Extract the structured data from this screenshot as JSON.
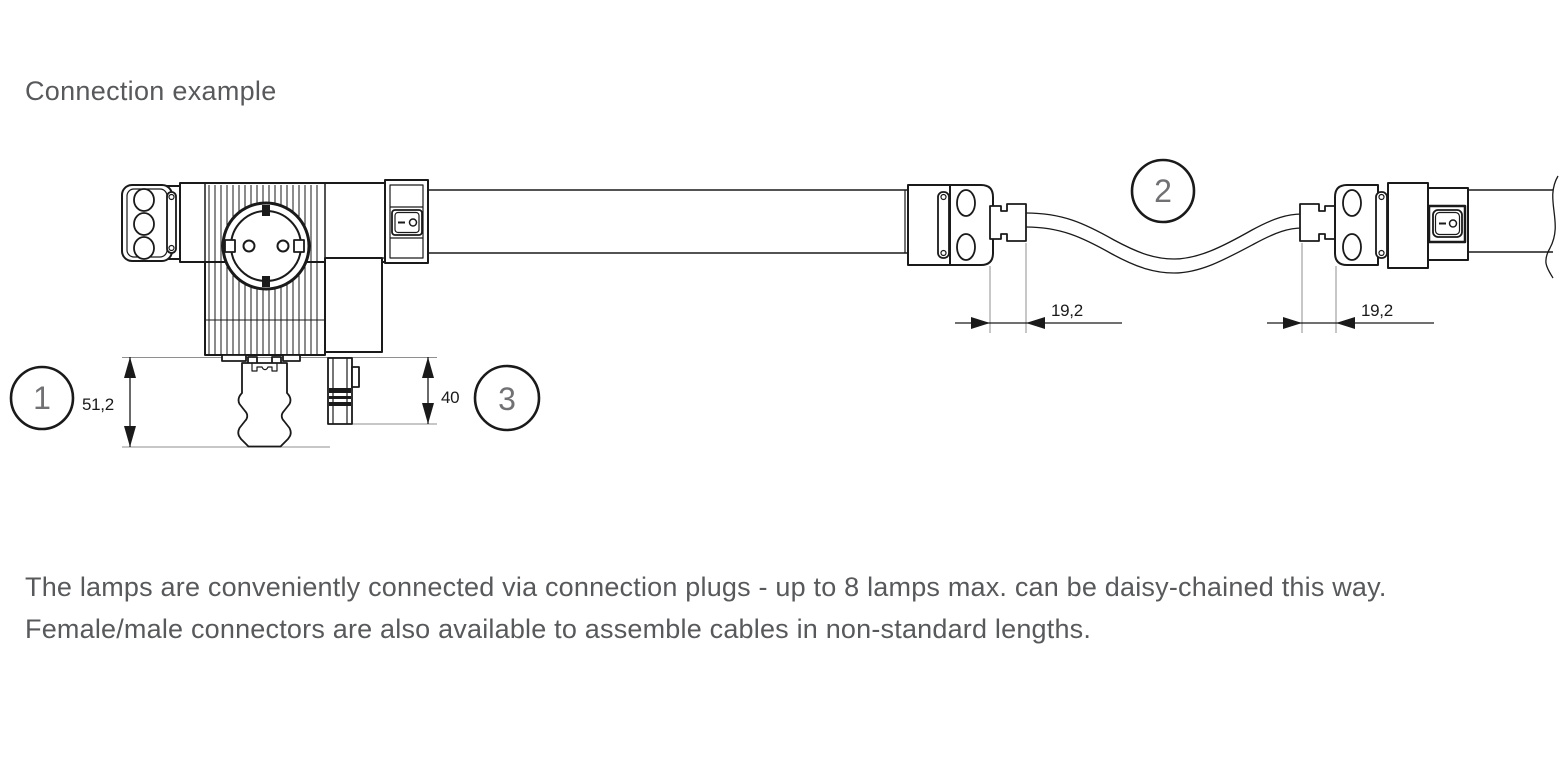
{
  "title": "Connection example",
  "paragraph": {
    "line1": "The lamps are conveniently connected via connection plugs - up to 8 lamps max. can be daisy-chained this way.",
    "line2": "Female/male connectors are also available to assemble cables in non-standard lengths."
  },
  "callouts": {
    "c1": "1",
    "c2": "2",
    "c3": "3"
  },
  "dimensions": {
    "plug_height": "51,2",
    "connector_height": "40",
    "left_connector_offset": "19,2",
    "right_connector_offset": "19,2"
  },
  "colors": {
    "drawing_line": "#1a1a1a",
    "extension_line": "#8f8f8f",
    "body_text": "#58595b",
    "callout_number": "#717174",
    "background": "#ffffff"
  }
}
